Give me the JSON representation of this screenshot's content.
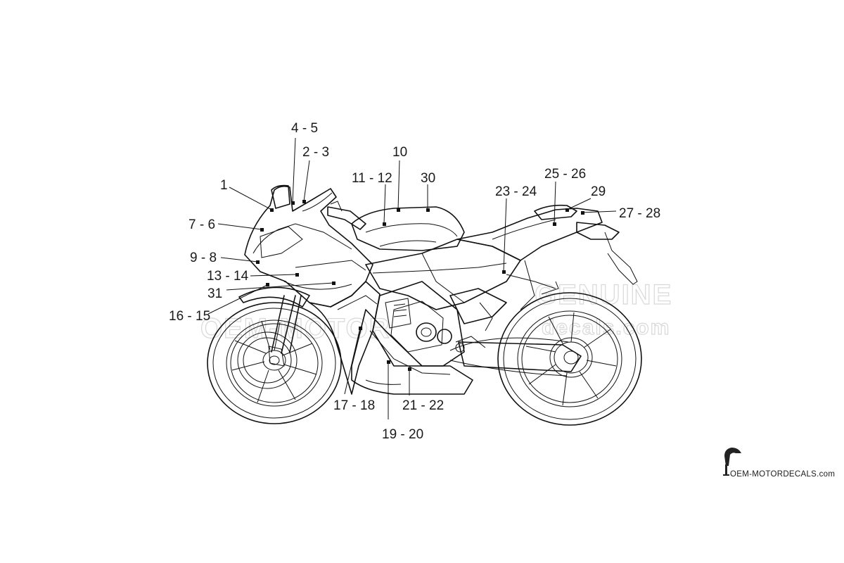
{
  "labels": {
    "l1": "1",
    "l4_5": "4 - 5",
    "l2_3": "2 - 3",
    "l10": "10",
    "l11_12": "11 - 12",
    "l30": "30",
    "l7_6": "7 - 6",
    "l9_8": "9 - 8",
    "l13_14": "13 - 14",
    "l31": "31",
    "l16_15": "16 - 15",
    "l17_18": "17 - 18",
    "l19_20": "19 - 20",
    "l21_22": "21 - 22",
    "l23_24": "23 - 24",
    "l25_26": "25 - 26",
    "l29": "29",
    "l27_28": "27 - 28"
  },
  "watermark": {
    "left": "OEM-MOTOR",
    "right_top": "GENUINE",
    "right_bottom": "decals.com"
  },
  "logo": {
    "text": "OEM-MOTORDECALS.com",
    "icon": "bird-icon"
  }
}
